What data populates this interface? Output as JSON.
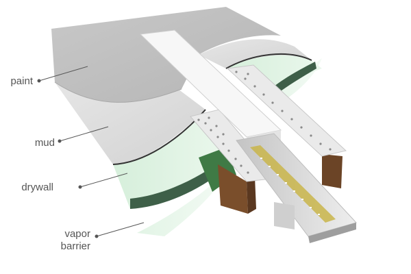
{
  "labels": {
    "paint": "paint",
    "mud": "mud",
    "drywall": "drywall",
    "vapor_barrier_line1": "vapor",
    "vapor_barrier_line2": "barrier"
  },
  "colors": {
    "paint": "#bdbdbd",
    "mud": "#dcdcdc",
    "drywall_face": "#d9f0de",
    "drywall_edge": "#3e5f48",
    "vapor_barrier": "#e3f5e6",
    "wood_stud": "#7a4e2b",
    "metal_channel": "#d6d6d6",
    "led_strip": "#c9b54a",
    "leader_line": "#555555"
  }
}
